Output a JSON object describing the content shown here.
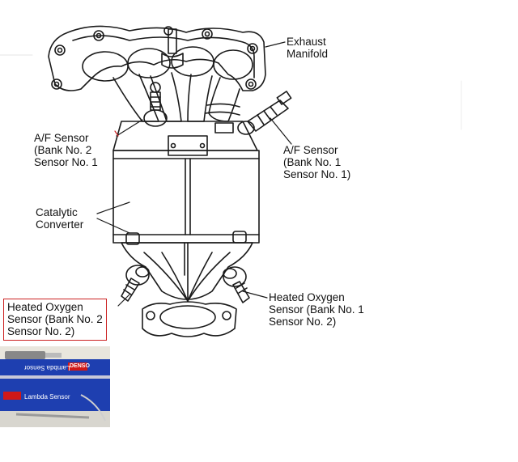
{
  "labels": {
    "exhaust_manifold": "Exhaust\nManifold",
    "af_sensor_bank2": "A/F Sensor\n(Bank No. 2\nSensor No. 1",
    "af_sensor_bank1": "A/F Sensor\n(Bank No. 1\nSensor No. 1)",
    "catalytic_converter": "Catalytic\nConverter",
    "heated_o2_bank2": "Heated Oxygen\nSensor (Bank No. 2\nSensor No. 2)",
    "heated_o2_bank1": "Heated Oxygen\nSensor (Bank No. 1\nSensor No. 2)"
  },
  "photo": {
    "box_text_1": "Lambda Sensor",
    "box_text_2": "Lambda Sensor",
    "brand": "DENSO"
  },
  "colors": {
    "line": "#1a1a1a",
    "highlight_box": "#cc2222",
    "photo_box_blue": "#1e3fb0",
    "photo_brand_red": "#d01818"
  }
}
